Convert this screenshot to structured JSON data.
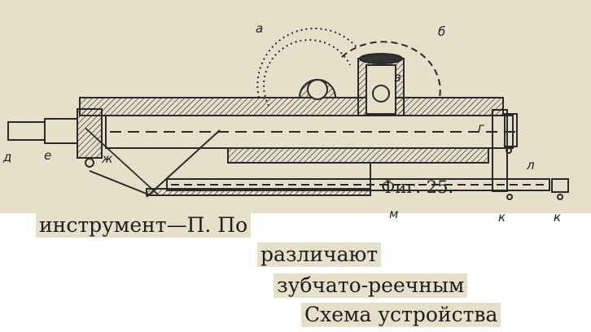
{
  "figure": {
    "caption": "Фиг. 25.",
    "labels": {
      "a": "а",
      "b": "б",
      "v": "в",
      "g": "г",
      "d": "д",
      "e": "е",
      "zh": "ж",
      "l": "л",
      "m": "м",
      "k1": "к",
      "k2": "к"
    }
  },
  "text_lines": [
    "инструмент—П. По",
    "различают",
    "зубчато-реечным",
    "Схема устройства"
  ]
}
